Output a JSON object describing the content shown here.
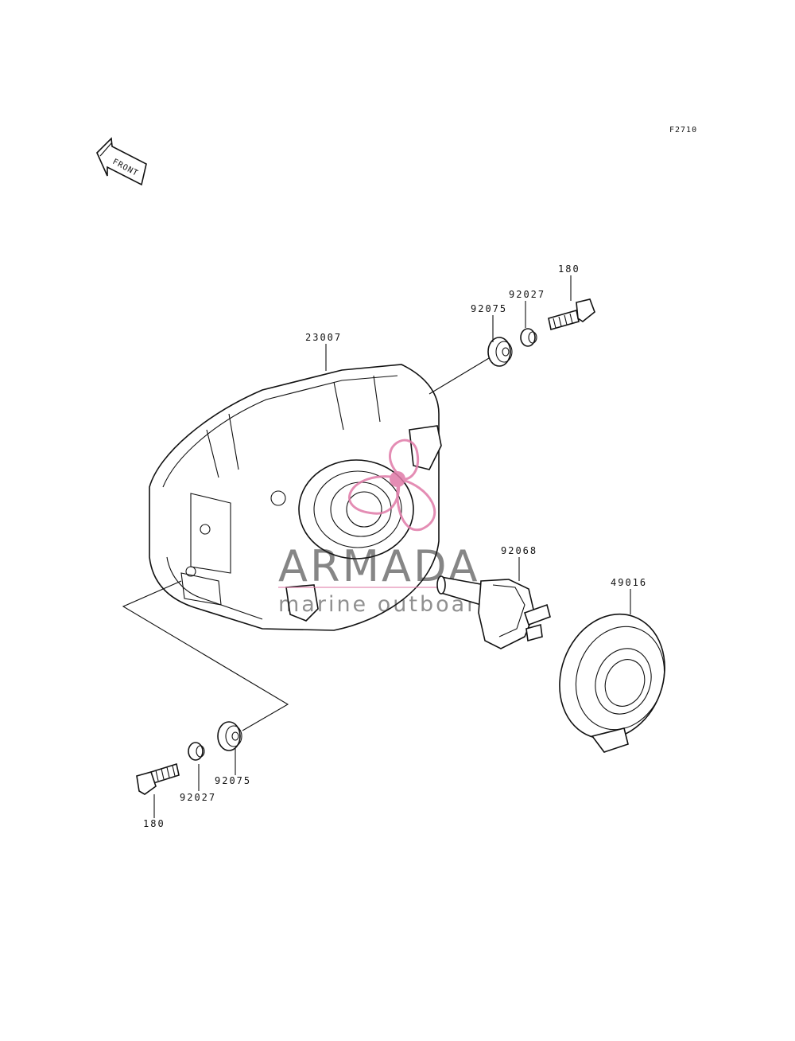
{
  "diagram": {
    "figure_code": "F2710",
    "front_arrow_label": "FRONT",
    "watermark": {
      "brand": "ARMADA",
      "tagline": "marine outboards",
      "logo_color": "#e07aa8"
    },
    "callouts": {
      "housing": "23007",
      "grommet_top": "92075",
      "collar_top": "92027",
      "bolt_top": "180",
      "bulb": "92068",
      "socket": "49016",
      "grommet_bottom": "92075",
      "collar_bottom": "92027",
      "bolt_bottom": "180"
    }
  }
}
